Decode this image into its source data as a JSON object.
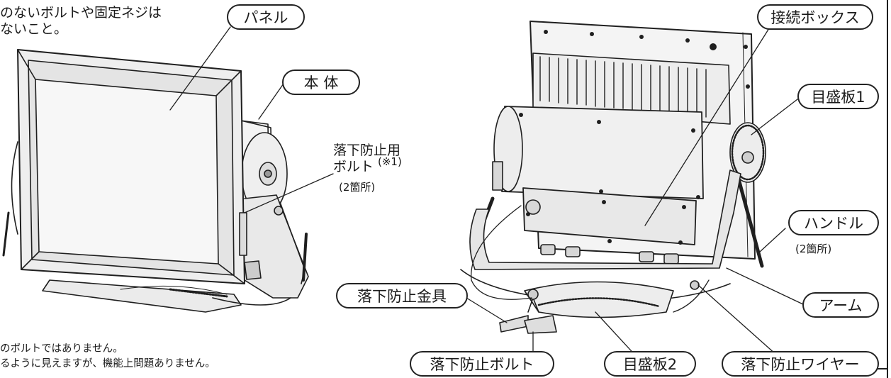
{
  "top_note": {
    "line1": "のないボルトや固定ネジは",
    "line2": "ないこと。"
  },
  "labels": {
    "panel": "パネル",
    "body": "本 体",
    "junction_box": "接続ボックス",
    "scale_plate_1": "目盛板1",
    "handle": "ハンドル",
    "arm": "アーム",
    "fall_prevention_fitting": "落下防止金具",
    "fall_prevention_bolt": "落下防止ボルト",
    "scale_plate_2": "目盛板2",
    "fall_prevention_wire": "落下防止ワイヤー"
  },
  "bolt_callout": {
    "line1": "落下防止用",
    "line2": "ボルト",
    "sup": "(※1)",
    "count": "(2箇所)"
  },
  "handle_count": "(2箇所)",
  "footnotes": {
    "line1": "のボルトではありません。",
    "line2": "るように見えますが、機能上問題ありません。"
  }
}
